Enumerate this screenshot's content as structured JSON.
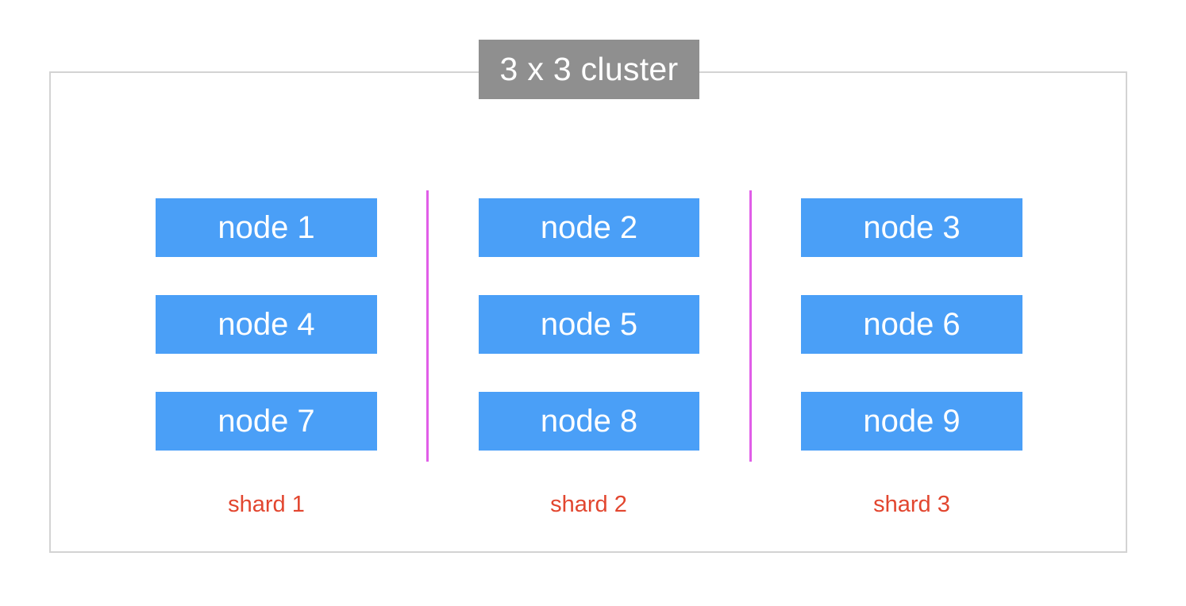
{
  "cluster": {
    "title": "3 x 3 cluster",
    "colors": {
      "frame_border": "#d3d3d3",
      "title_bg": "#8f8f8f",
      "node_bg": "#4a9ff7",
      "divider": "#e05ee8",
      "shard_label": "#e2462f"
    }
  },
  "shards": [
    {
      "label": "shard 1",
      "nodes": [
        "node 1",
        "node 4",
        "node 7"
      ]
    },
    {
      "label": "shard 2",
      "nodes": [
        "node 2",
        "node 5",
        "node 8"
      ]
    },
    {
      "label": "shard 3",
      "nodes": [
        "node 3",
        "node 6",
        "node 9"
      ]
    }
  ]
}
